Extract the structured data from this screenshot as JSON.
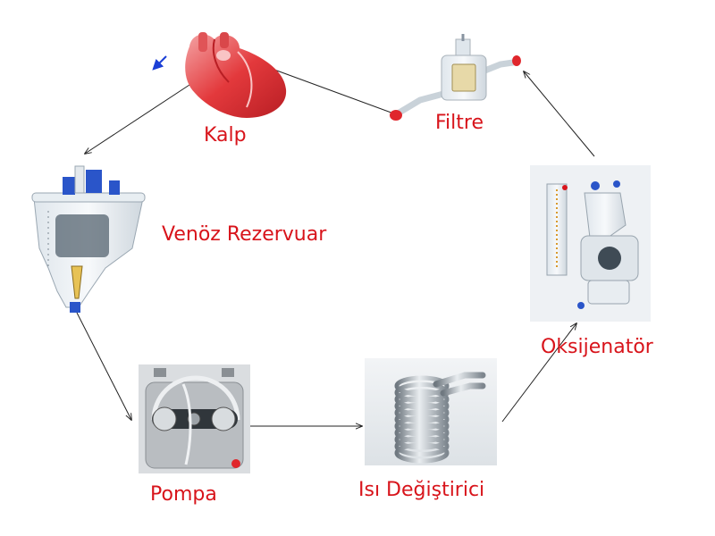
{
  "colors": {
    "label": "#d8141b",
    "arrow": "#222222",
    "accent_arrow": "#1b3fd6",
    "heart_red": "#e3393c",
    "heart_pink": "#f28a8c",
    "tube_red": "#e0262c",
    "steel": "#9aa3ab",
    "blue_fitting": "#2a55c9"
  },
  "nodes": [
    {
      "id": "kalp",
      "label": "Kalp",
      "icon": "heart-icon"
    },
    {
      "id": "filtre",
      "label": "Filtre",
      "icon": "filter-icon"
    },
    {
      "id": "venoz",
      "label": "Venöz Rezervuar",
      "icon": "venous-reservoir-icon"
    },
    {
      "id": "oksijenator",
      "label": "Oksijenatör",
      "icon": "oxygenator-icon"
    },
    {
      "id": "pompa",
      "label": "Pompa",
      "icon": "roller-pump-icon"
    },
    {
      "id": "isi",
      "label": "Isı Değiştirici",
      "icon": "heat-exchanger-coil-icon"
    }
  ],
  "flow": [
    "kalp",
    "venoz",
    "pompa",
    "isi",
    "oksijenator",
    "filtre",
    "kalp"
  ]
}
